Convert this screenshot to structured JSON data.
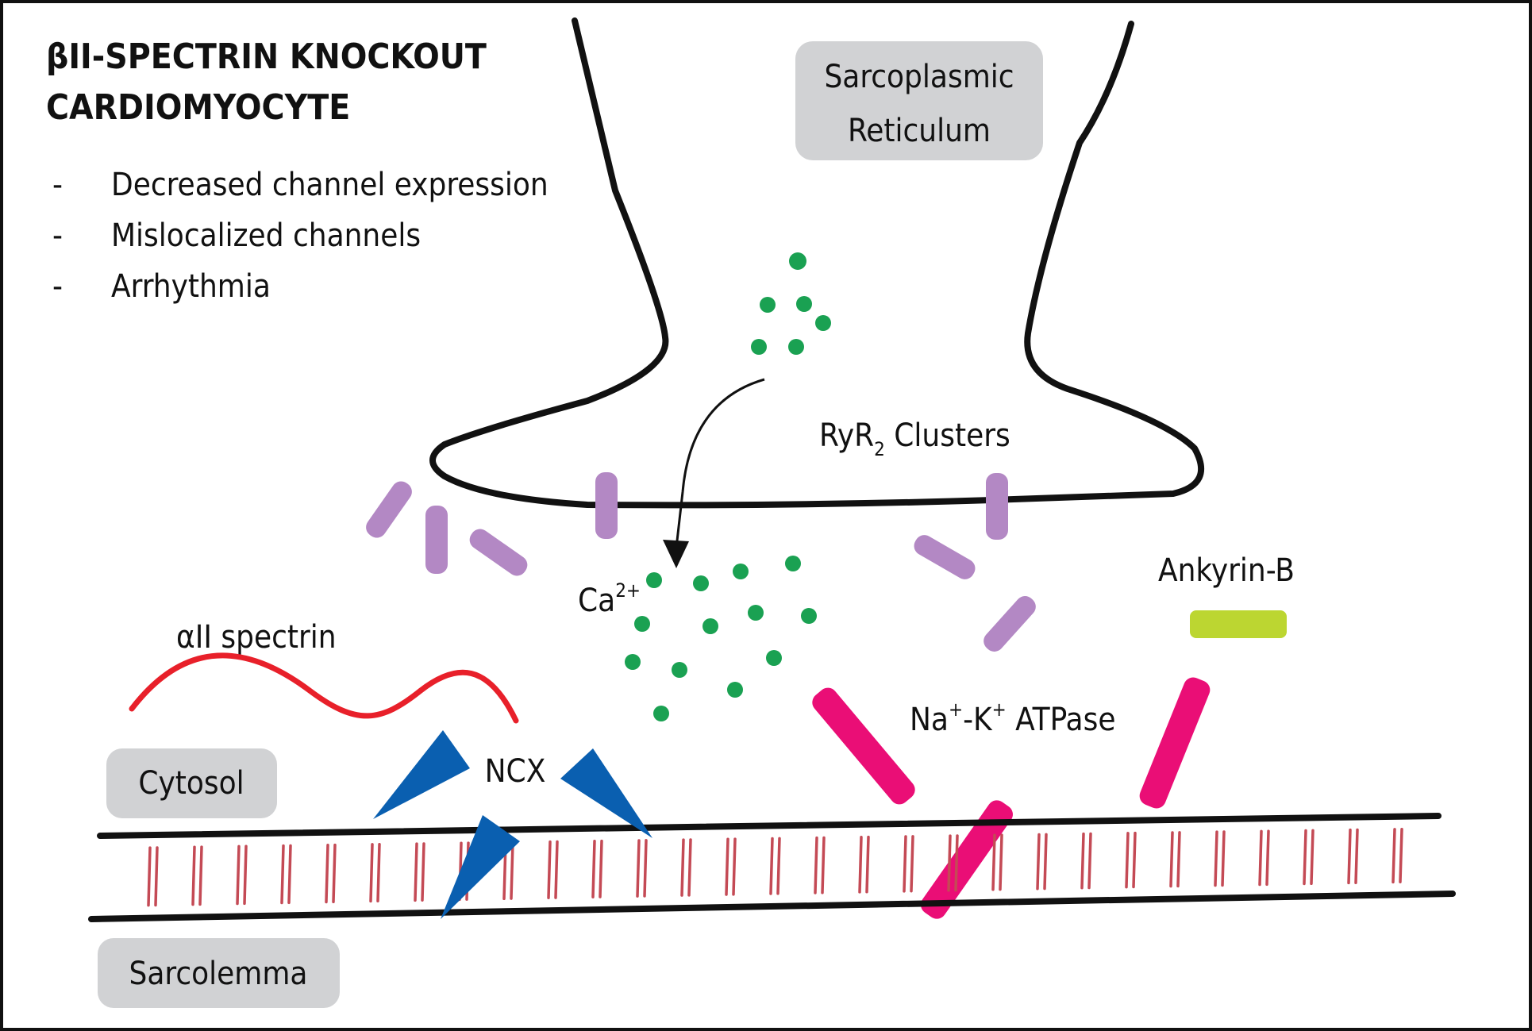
{
  "title": {
    "line1": "βII-SPECTRIN KNOCKOUT",
    "line2": "CARDIOMYOCYTE"
  },
  "bullets": [
    {
      "dash": "-",
      "text": "Decreased channel expression"
    },
    {
      "dash": "-",
      "text": "Mislocalized channels"
    },
    {
      "dash": "-",
      "text": "Arrhythmia"
    }
  ],
  "labels": {
    "sr_line1": "Sarcoplasmic",
    "sr_line2": "Reticulum",
    "ryr_main": "RyR",
    "ryr_sub": "2",
    "ryr_rest": " Clusters",
    "ca_main": "Ca",
    "ca_sup": "2+",
    "alpha_spectrin": "αII spectrin",
    "ankyrin": "Ankyrin-B",
    "ncx": "NCX",
    "na": "Na",
    "na_sup": "+",
    "dash_k": "-K",
    "k_sup": "+",
    "atpase": " ATPase",
    "cytosol": "Cytosol",
    "sarcolemma": "Sarcolemma"
  },
  "colors": {
    "ryr": "#b388c4",
    "calcium": "#1aa152",
    "spectrin": "#e8202a",
    "ncx": "#0a5fb0",
    "nak_atpase": "#ea0e76",
    "ankyrin": "#bcd631",
    "membrane_ticks": "#c44a55",
    "label_box": "#d1d2d4"
  }
}
